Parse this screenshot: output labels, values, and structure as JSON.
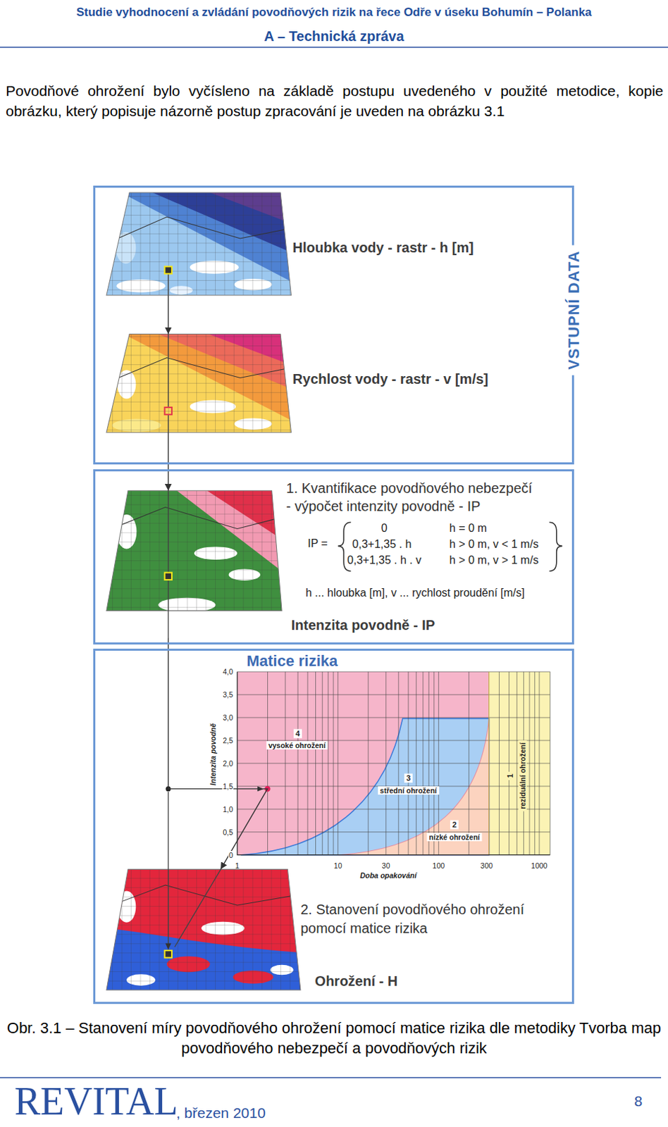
{
  "diagram": {
    "title": "Studie vyhodnocení a zvládání povodňových rizik na řece Odře v úseku Bohumín – Polanka",
    "caption": "Obr. 3.1 – Stanovení míry povodňového ohrožení pomocí matice rizika dle metodiky Tvorba map povodňového nebezpečí a povodňových rizik",
    "nodes": [
      {
        "text": [
          "VSTUPNÍ DATA"
        ]
      },
      {
        "text": [
          "Hloubka vody - rastr - h [m]"
        ],
        "in": 0
      },
      {
        "text": [
          "Rychlost vody - rastr - v [m/s]"
        ],
        "in": 0
      },
      {
        "text": [
          "1. Kvantifikace povodňového nebezpečí - výpočet intenzity povodně - IP",
          "h ... hloubka [m], v ... rychlost proudění [m/s]"
        ]
      },
      {
        "text": [
          "Intenzita povodně - IP"
        ],
        "in": 3
      },
      {
        "text": [
          "Matice rizika",
          "2. Stanovení povodňového ohrožení pomocí matice rizika"
        ]
      },
      {
        "text": [
          "Ohrožení - H"
        ],
        "in": 5
      }
    ],
    "edges": [
      {
        "from": 1,
        "to": 2,
        "arrow": "to"
      },
      {
        "from": 2,
        "to": 4,
        "arrow": "to"
      },
      {
        "from": 4,
        "to": 6,
        "arrow": "to"
      }
    ],
    "labels": [
      "A – Technická zpráva",
      "Povodňové ohrožení bylo vyčísleno na základě postupu uvedeného v použité metodice, kopie obrázku, který popisuje názorně postup zpracování je uveden na obrázku 3.1",
      "IP =",
      "0",
      "h = 0 m",
      "0,3+1,35 . h",
      "h > 0 m, v < 1 m/s",
      "0,3+1,35 . h . v",
      "h > 0 m, v > 1 m/s",
      "4,0",
      "3,5",
      "3,0",
      "2,5",
      "2,0",
      "1,5",
      "1,0",
      "0,5",
      "0",
      "1",
      "10",
      "30",
      "100",
      "300",
      "1000",
      "Intenzita povodně",
      "Doba opakování",
      "4",
      "vysoké ohrožení",
      "3",
      "střední ohrožení",
      "2",
      "nízké ohrožení",
      "1",
      "reziduální ohrožení",
      "REVITAL",
      ", březen 2010",
      "8"
    ]
  }
}
